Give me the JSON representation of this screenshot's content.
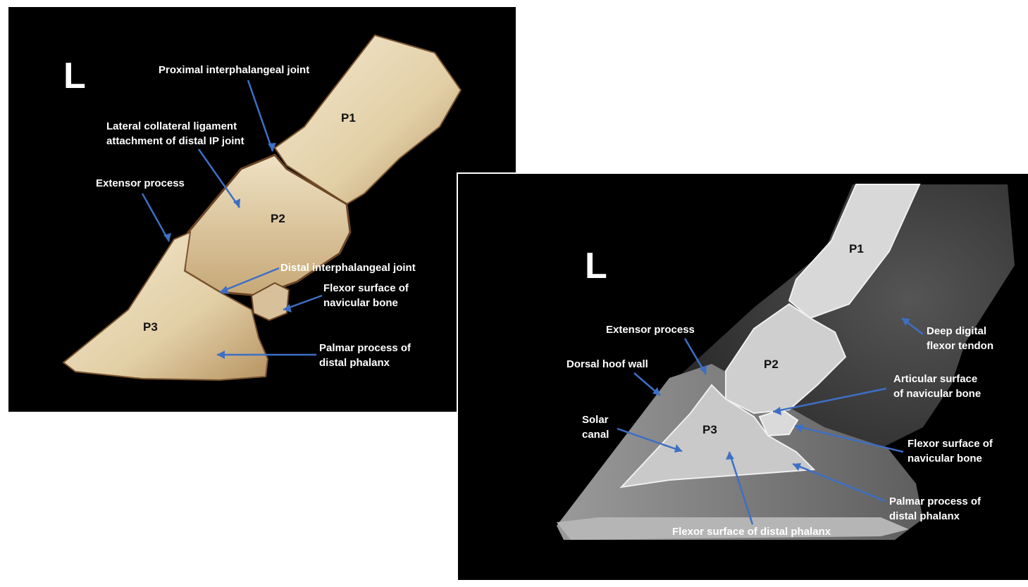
{
  "panel1": {
    "orientation": "L",
    "labels": {
      "proximal_ip_joint": "Proximal interphalangeal joint",
      "lateral_collateral": "Lateral collateral ligament\nattachment of distal IP joint",
      "extensor_process": "Extensor process",
      "distal_ip_joint": "Distal interphalangeal joint",
      "flexor_surface_navicular": "Flexor surface of\nnavicular bone",
      "palmar_process": "Palmar process of\ndistal phalanx"
    },
    "bones": {
      "p1": "P1",
      "p2": "P2",
      "p3": "P3"
    }
  },
  "panel2": {
    "orientation": "L",
    "labels": {
      "extensor_process": "Extensor process",
      "dorsal_hoof_wall": "Dorsal hoof wall",
      "solar_canal": "Solar\ncanal",
      "deep_digital_flexor": "Deep digital\nflexor tendon",
      "articular_surface_navicular": "Articular surface\nof navicular bone",
      "flexor_surface_navicular": "Flexor surface of\nnavicular bone",
      "palmar_process": "Palmar process of\ndistal phalanx",
      "flexor_surface_distal_phalanx": "Flexor surface of distal phalanx"
    },
    "bones": {
      "p1": "P1",
      "p2": "P2",
      "p3": "P3"
    }
  },
  "colors": {
    "arrow": "#3d6fc4",
    "background": "#000000",
    "label": "#ffffff",
    "bone": "#e8d9b6"
  }
}
